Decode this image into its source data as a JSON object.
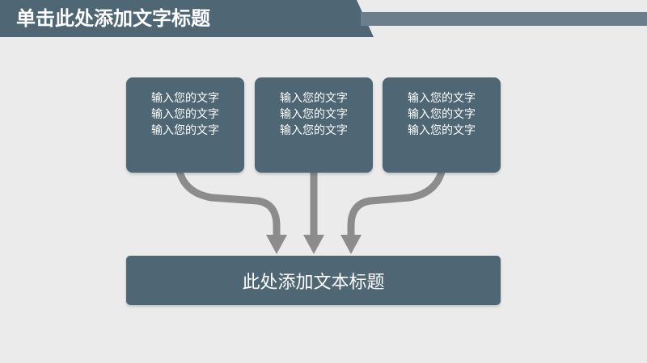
{
  "slide": {
    "title": "单击此处添加文字标题"
  },
  "boxes": [
    {
      "lines": [
        "输入您的文字",
        "输入您的文字",
        "输入您的文字"
      ]
    },
    {
      "lines": [
        "输入您的文字",
        "输入您的文字",
        "输入您的文字"
      ]
    },
    {
      "lines": [
        "输入您的文字",
        "输入您的文字",
        "输入您的文字"
      ]
    }
  ],
  "bottom_box": {
    "label": "此处添加文本标题"
  },
  "colors": {
    "background": "#ebebeb",
    "box_fill": "#4f6675",
    "stripe": "#6a7e8b",
    "arrow": "#8c8c8c",
    "text": "#ffffff"
  }
}
